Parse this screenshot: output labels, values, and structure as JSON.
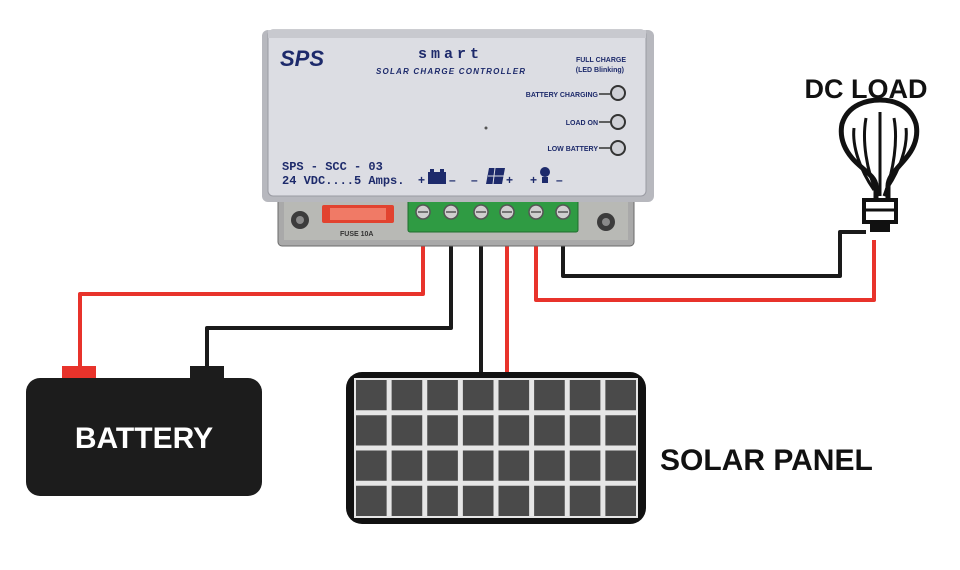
{
  "controller": {
    "brand": "SPS",
    "product_line": "smart",
    "product_name": "SOLAR CHARGE CONTROLLER",
    "model": "SPS - SCC - 03",
    "rating": "24 VDC....5 Amps.",
    "fuse_label": "FUSE 10A",
    "indicators": [
      {
        "label": "FULL CHARGE",
        "sublabel": "(LED Blinking)"
      },
      {
        "label": "BATTERY CHARGING"
      },
      {
        "label": "LOAD ON"
      },
      {
        "label": "LOW BATTERY"
      }
    ],
    "terminal_signs": {
      "battery_plus": "+",
      "battery_minus": "–",
      "solar_minus": "–",
      "solar_plus": "+",
      "load_plus": "+",
      "load_minus": "–"
    }
  },
  "labels": {
    "dc_load": "DC LOAD",
    "battery": "BATTERY",
    "solar_panel": "SOLAR PANEL"
  },
  "colors": {
    "positive_wire": "#e8332b",
    "negative_wire": "#1a1a1a",
    "controller_face": "#dcdde3",
    "controller_text": "#1d2a6b",
    "terminal_block": "#2f9b43",
    "panel_cell": "#4a4a4a",
    "battery_body": "#1c1c1c"
  },
  "icons": [
    "battery-icon",
    "solar-panel-icon",
    "lamp-icon",
    "bulb-icon"
  ]
}
